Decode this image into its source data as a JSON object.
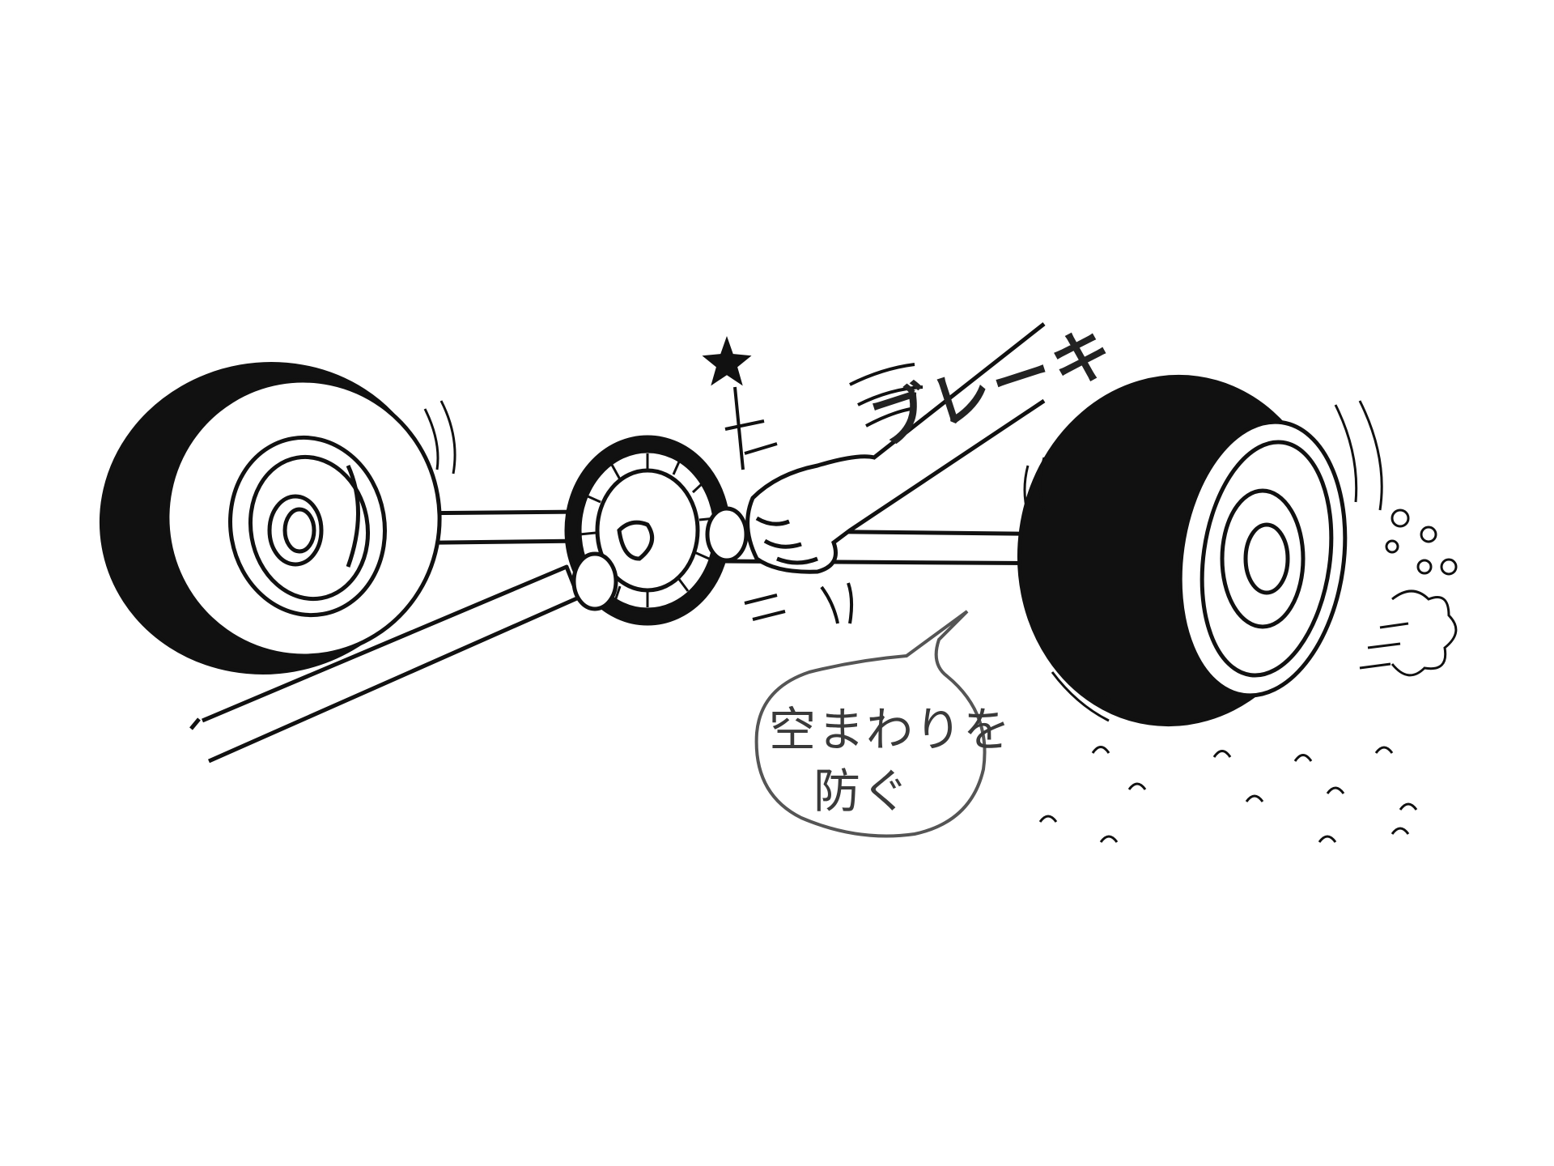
{
  "sound_effect": "ブレーキ",
  "speech_bubble": {
    "line1": "空まわりを",
    "line2": "防ぐ"
  },
  "colors": {
    "ink": "#111111",
    "bubble_ink": "#555555",
    "background": "#ffffff"
  }
}
